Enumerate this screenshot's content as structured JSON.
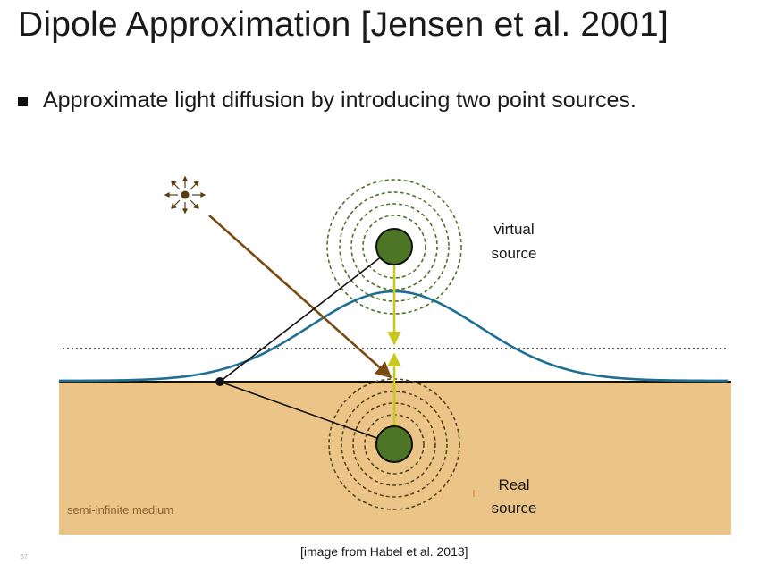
{
  "slide": {
    "title": "Dipole Approximation [Jensen et al. 2001]",
    "bullet": "Approximate light diffusion by introducing two point sources.",
    "caption": "[image from Habel et al. 2013]",
    "page_number": "57"
  },
  "diagram": {
    "virtual_source_label_line1": "virtual",
    "virtual_source_label_line2": "source",
    "real_source_label_line1": "Real",
    "real_source_label_line2": "source",
    "medium_label": "semi-infinite medium",
    "light_icon": "sun-icon"
  },
  "colors": {
    "medium_fill": "#ebc587",
    "source_fill": "#4c7526",
    "incident_ray": "#7a4a10",
    "dipole_axis": "#c8c81e",
    "profile_curve": "#1f6f94",
    "medium_label": "#8a6030"
  }
}
